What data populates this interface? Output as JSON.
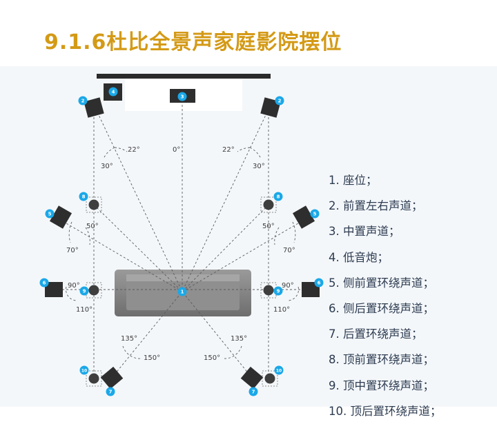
{
  "title": "9.1.6杜比全景声家庭影院摆位",
  "colors": {
    "accent": "#d49a16",
    "badge": "#1aa8e8",
    "text": "#2c3b50",
    "line": "#5a5a5a"
  },
  "angles": {
    "front_center": "0°",
    "front_left_inner": "22°",
    "front_left_outer": "30°",
    "front_right_inner": "22°",
    "front_right_outer": "30°",
    "side_left_upper": "50°",
    "side_left_lower": "70°",
    "side_right_upper": "50°",
    "side_right_lower": "70°",
    "mid_left_upper": "90°",
    "mid_left_lower": "110°",
    "mid_right_upper": "90°",
    "mid_right_lower": "110°",
    "rear_left_upper": "135°",
    "rear_left_lower": "150°",
    "rear_right_upper": "135°",
    "rear_right_lower": "150°"
  },
  "badges": {
    "listener": "1",
    "front_left": "2",
    "front_right": "2",
    "center": "3",
    "subwoofer": "4",
    "side_front_left": "5",
    "side_front_right": "5",
    "side_rear_left": "6",
    "side_rear_right": "6",
    "rear_left": "7",
    "rear_right": "7",
    "top_front_left": "8",
    "top_front_right": "8",
    "top_middle_left": "9",
    "top_middle_right": "9",
    "top_rear_left": "10",
    "top_rear_right": "10"
  },
  "legend": [
    "1. 座位；",
    "2. 前置左右声道；",
    "3. 中置声道；",
    "4. 低音炮；",
    "5. 侧前置环绕声道；",
    "6. 侧后置环绕声道；",
    "7. 后置环绕声道；",
    "8. 顶前置环绕声道；",
    "9. 顶中置环绕声道；",
    "10. 顶后置环绕声道；"
  ]
}
